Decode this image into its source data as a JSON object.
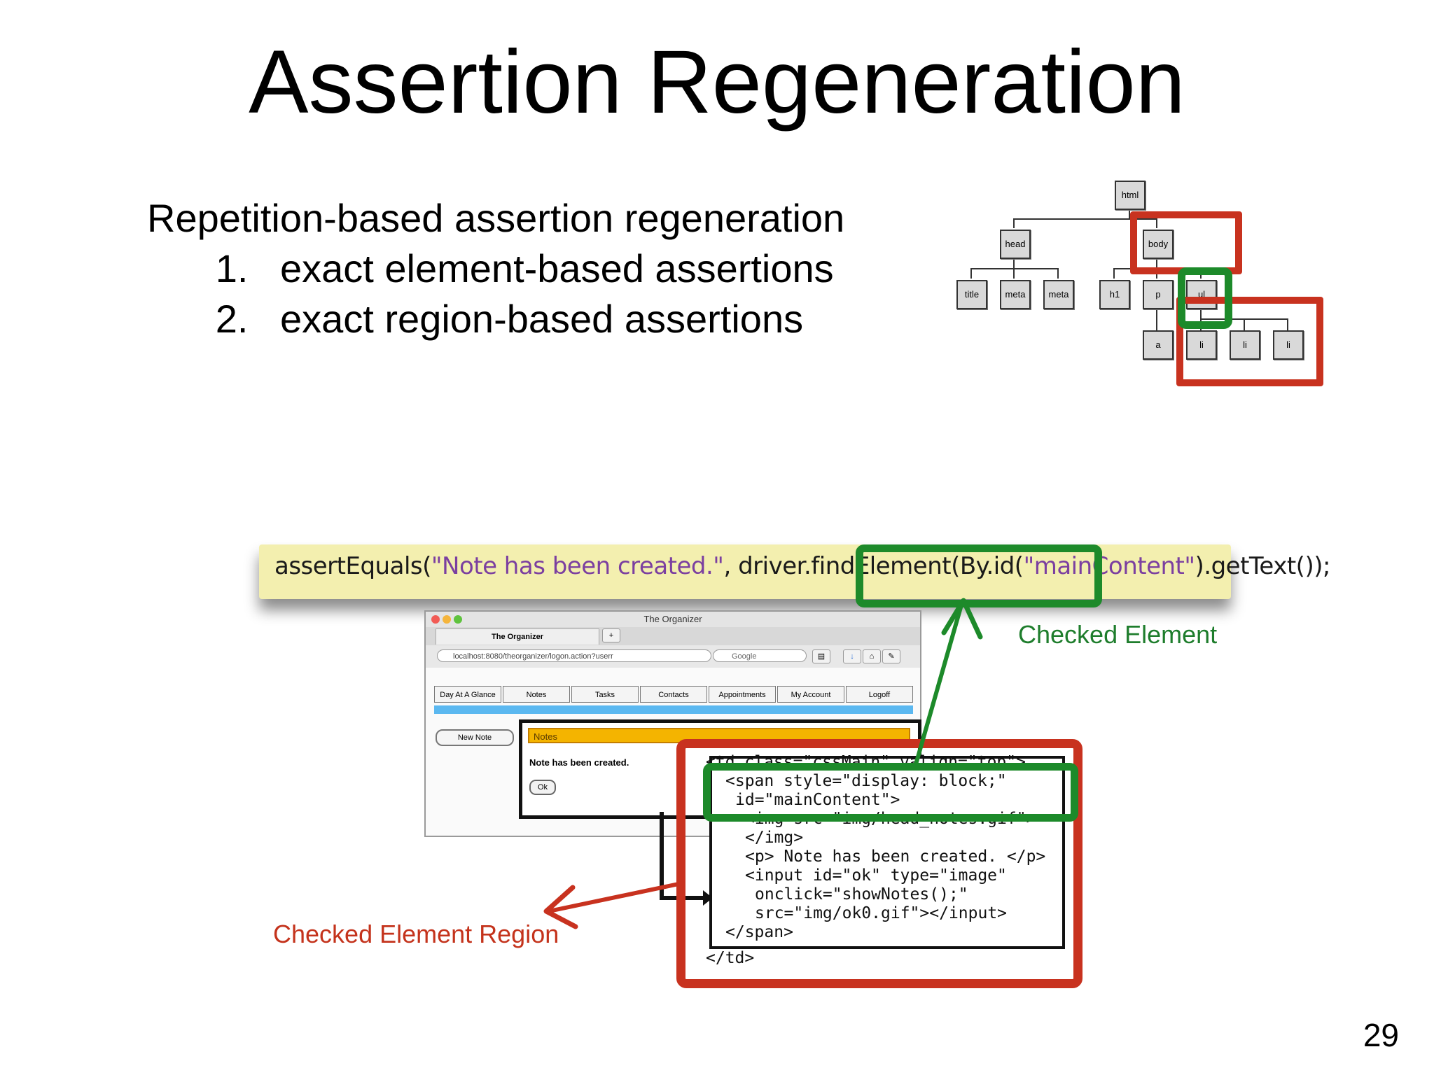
{
  "slide": {
    "title": "Assertion Regeneration",
    "heading": "Repetition-based assertion regeneration",
    "items": [
      "exact element-based assertions",
      "exact region-based assertions"
    ],
    "page_number": "29"
  },
  "dom_tree": {
    "html": "html",
    "head": "head",
    "body": "body",
    "title": "title",
    "meta1": "meta",
    "meta2": "meta",
    "h1": "h1",
    "p": "p",
    "ul": "ul",
    "a": "a",
    "li1": "li",
    "li2": "li",
    "li3": "li"
  },
  "code_banner": {
    "prefix": "assertEquals(",
    "string": "\"Note has been created.\"",
    "middle": ", driver.findElement(",
    "by_prefix": "By.id(",
    "by_arg": "\"mainContent\"",
    "suffix": ").getText());"
  },
  "labels": {
    "checked_element": "Checked Element",
    "checked_region": "Checked Element Region"
  },
  "browser": {
    "window_title": "The Organizer",
    "tab_title": "The Organizer",
    "url": "localhost:8080/theorganizer/logon.action?userr",
    "search": "Google",
    "nav_tabs": [
      "Day At A Glance",
      "Notes",
      "Tasks",
      "Contacts",
      "Appointments",
      "My Account",
      "Logoff"
    ],
    "new_note": "New Note",
    "notes_header": "Notes",
    "message": "Note has been created.",
    "ok": "Ok"
  },
  "html_snippet": {
    "line1": "<td class=\"cssMain\" valign=\"top\">",
    "line2": "<span style=\"display: block;\"",
    "line3": "id=\"mainContent\">",
    "line4": "<img src=\"img/head_notes.gif\">",
    "line5": "</img>",
    "line6": "<p> Note has been created. </p>",
    "line7": "<input id=\"ok\" type=\"image\"",
    "line8": "onclick=\"showNotes();\"",
    "line9": "src=\"img/ok0.gif\"></input>",
    "line10": "</span>",
    "line11": "</td>"
  },
  "colors": {
    "red_mark": "#c8321f",
    "green_mark": "#1d8a2a",
    "code_banner_bg": "#f3efaf"
  }
}
